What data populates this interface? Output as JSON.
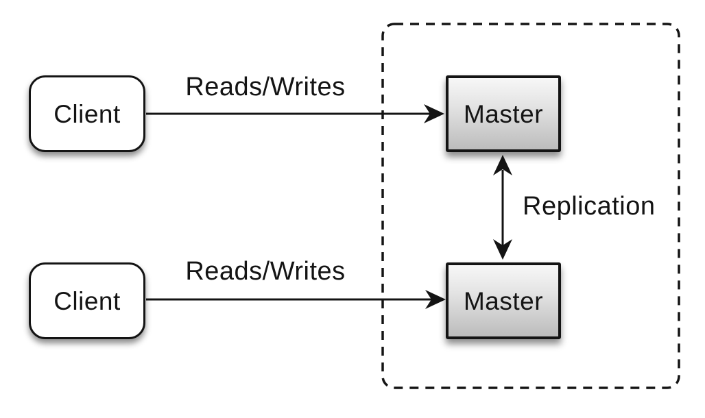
{
  "diagram": {
    "nodes": {
      "client_top": {
        "label": "Client"
      },
      "client_bottom": {
        "label": "Client"
      },
      "master_top": {
        "label": "Master"
      },
      "master_bottom": {
        "label": "Master"
      }
    },
    "edges": {
      "reads_writes_top": {
        "label": "Reads/Writes"
      },
      "reads_writes_bottom": {
        "label": "Reads/Writes"
      },
      "replication": {
        "label": "Replication"
      }
    },
    "colors": {
      "stroke": "#141414",
      "text": "#141414",
      "background": "#ffffff",
      "client_fill": "#ffffff",
      "master_fill_top": "#f7f7f7",
      "master_fill_bottom": "#bcbcbc"
    }
  }
}
